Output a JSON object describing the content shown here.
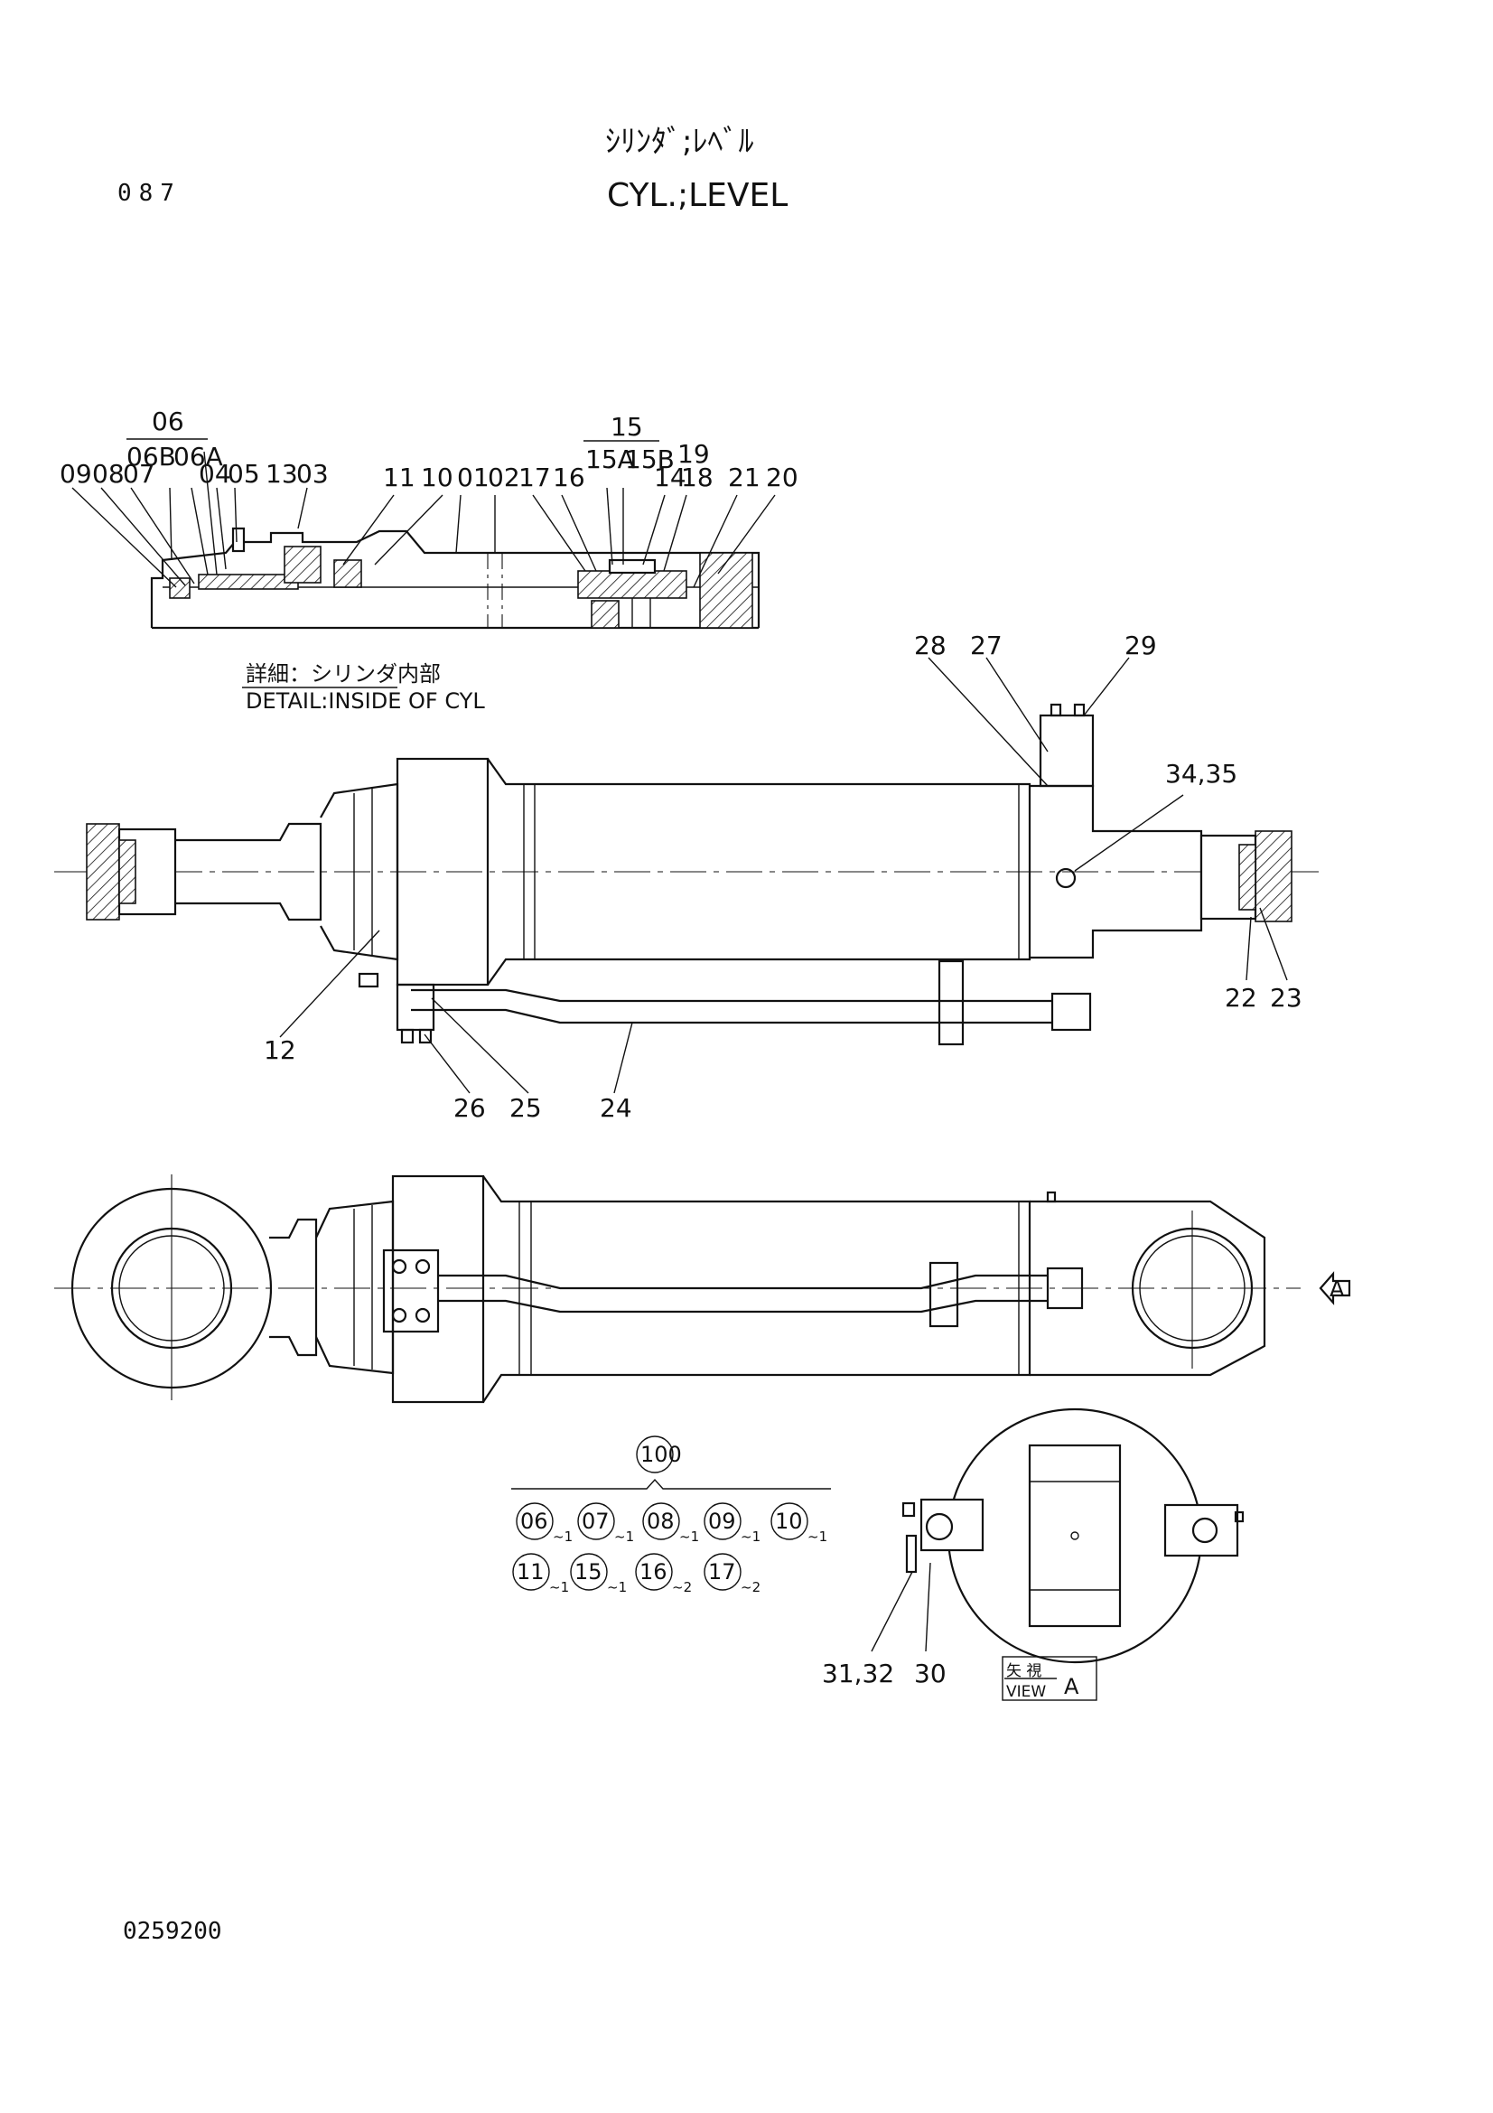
{
  "header": {
    "page_number": "087",
    "title_jp": "ｼﾘﾝﾀﾞ;ﾚﾍﾞﾙ",
    "title_en": "CYL.;LEVEL"
  },
  "detail": {
    "group_06": "06",
    "group_06_sub": [
      "06B",
      "06A"
    ],
    "group_15": "15",
    "group_15_sub": [
      "15A",
      "15B"
    ],
    "label_19": "19",
    "left_labels": [
      "09",
      "08",
      "07",
      "04",
      "05",
      "13",
      "03"
    ],
    "mid_labels": [
      "11",
      "10",
      "01",
      "02",
      "17",
      "16"
    ],
    "right_labels": [
      "14",
      "18",
      "21",
      "20"
    ],
    "caption_jp": "詳細：シリンダ内部",
    "caption_en": "DETAIL:INSIDE OF CYL"
  },
  "side_view": {
    "labels": [
      "28",
      "27",
      "29",
      "34,35",
      "12",
      "26",
      "25",
      "24",
      "22",
      "23"
    ]
  },
  "top_view": {
    "view_arrow_letter": "A"
  },
  "kit": {
    "main": "100",
    "items": [
      {
        "num": "06",
        "qty": "~1"
      },
      {
        "num": "07",
        "qty": "~1"
      },
      {
        "num": "08",
        "qty": "~1"
      },
      {
        "num": "09",
        "qty": "~1"
      },
      {
        "num": "10",
        "qty": "~1"
      },
      {
        "num": "11",
        "qty": "~1"
      },
      {
        "num": "15",
        "qty": "~1"
      },
      {
        "num": "16",
        "qty": "~2"
      },
      {
        "num": "17",
        "qty": "~2"
      }
    ]
  },
  "view_a": {
    "labels": [
      "31,32",
      "30"
    ],
    "caption_jp": "矢 視",
    "caption_en": "VIEW",
    "caption_letter": "A"
  },
  "footer": {
    "drawing_number": "0259200"
  }
}
